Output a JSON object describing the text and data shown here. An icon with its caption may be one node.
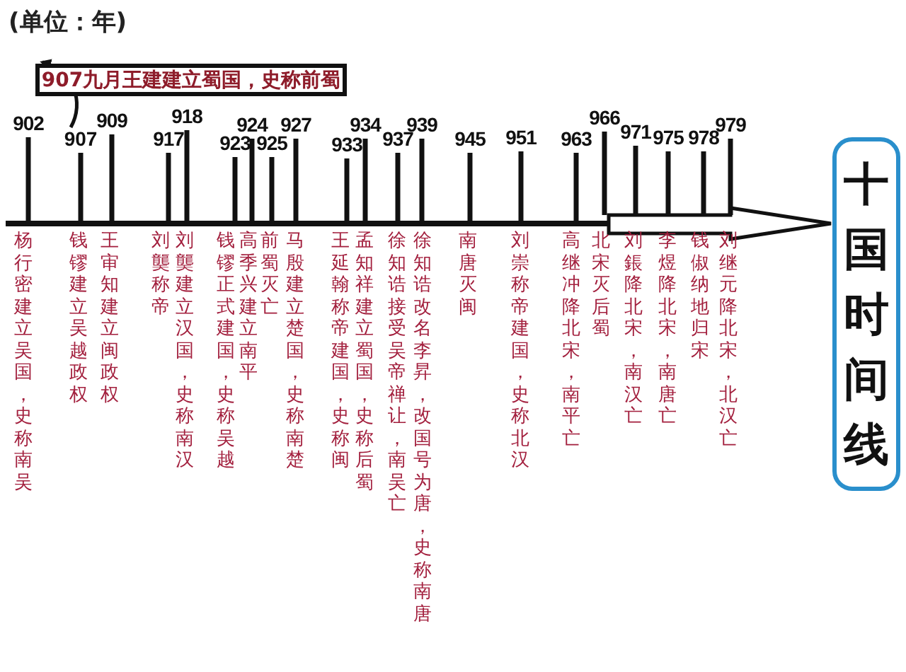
{
  "diagram": {
    "nodes": [
      {
        "text": [
          "十国时间线"
        ]
      },
      {
        "text": [
          "907九月王建建立蜀国，史称前蜀"
        ]
      },
      {
        "text": [
          "907"
        ]
      }
    ],
    "edges": [
      {
        "from": 2,
        "to": 1,
        "arrow": "to"
      },
      {
        "from": null,
        "to": 0,
        "arrow": "to"
      }
    ],
    "labels": [
      "(单位：年)",
      "902",
      "909",
      "917",
      "918",
      "923",
      "924",
      "925",
      "927",
      "933",
      "934",
      "937",
      "939",
      "945",
      "951",
      "963",
      "966",
      "971",
      "975",
      "978",
      "979",
      "杨行密建立吴国，史称南吴",
      "钱镠建立吴越政权",
      "王审知建立闽政权",
      "刘龑称帝",
      "刘龑建立汉国，史称南汉",
      "钱镠正式建国，史称吴越",
      "高季兴建立南平",
      "前蜀灭亡",
      "马殷建立楚国，史称南楚",
      "王延翰称帝建国，史称闽",
      "孟知祥建立蜀国，史称后蜀",
      "徐知诰接受吴帝禅让，南吴亡",
      "徐知诰改名李昇，改国号为唐，史称南唐",
      "南唐灭闽",
      "刘崇称帝建国，史称北汉",
      "高继冲降北宋，南平亡",
      "北宋灭后蜀",
      "刘鋹降北宋，南汉亡",
      "李煜降北宋，南唐亡",
      "钱俶纳地归宋",
      "刘继元降北宋，北汉亡"
    ]
  }
}
